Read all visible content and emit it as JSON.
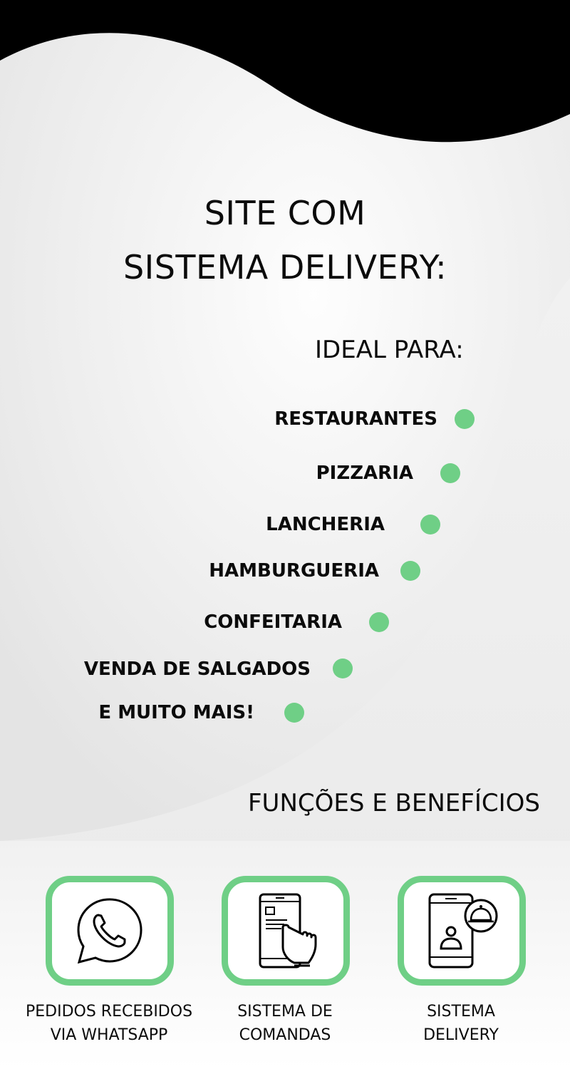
{
  "title": {
    "line1": "SITE COM",
    "line2": "SISTEMA DELIVERY:"
  },
  "ideal_label": "IDEAL PARA:",
  "ideal_items": [
    "RESTAURANTES",
    "PIZZARIA",
    "LANCHERIA",
    "HAMBURGUERIA",
    "CONFEITARIA",
    "VENDA DE SALGADOS",
    "E MUITO MAIS!"
  ],
  "benefits_label": "FUNÇÕES E BENEFÍCIOS",
  "benefits": [
    {
      "icon": "whatsapp-icon",
      "line1": "PEDIDOS RECEBIDOS",
      "line2": "VIA WHATSAPP"
    },
    {
      "icon": "phone-touch-icon",
      "line1": "SISTEMA DE",
      "line2": "COMANDAS"
    },
    {
      "icon": "delivery-phone-icon",
      "line1": "SISTEMA",
      "line2": "DELIVERY"
    }
  ],
  "colors": {
    "accent": "#6fcf86",
    "dark": "#000000",
    "background": "#f6f6f6"
  }
}
